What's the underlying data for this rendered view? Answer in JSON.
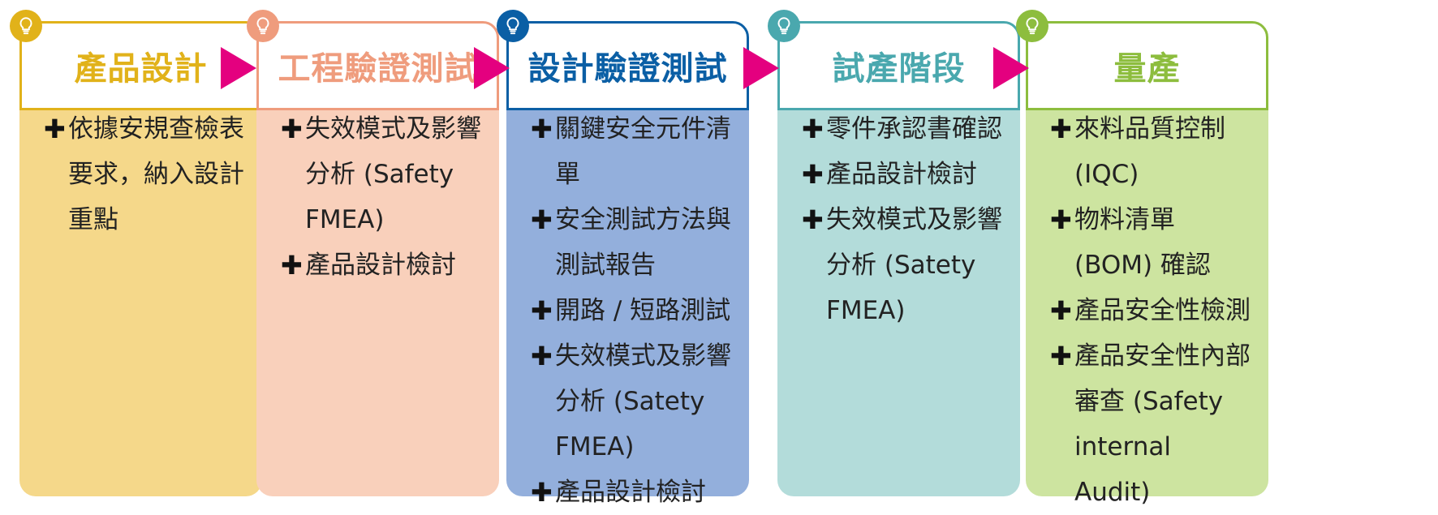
{
  "colors": {
    "arrow": "#e4007f",
    "text": "#222222"
  },
  "stages": [
    {
      "title": "產品設計",
      "accent": "#e1b21a",
      "fill": "#f5d88a",
      "icon": "lightbulb-icon",
      "items": [
        "依據安規查檢表要求，納入設計重點"
      ]
    },
    {
      "title": "工程驗證測試",
      "accent": "#ef9c7d",
      "fill": "#f9d0bb",
      "icon": "lightbulb-icon",
      "items": [
        "失效模式及影響分析 (Safety FMEA)",
        "產品設計檢討"
      ]
    },
    {
      "title": "設計驗證測試",
      "accent": "#0b5fa5",
      "fill": "#93afdc",
      "icon": "lightbulb-icon",
      "items": [
        "關鍵安全元件清單",
        "安全測試方法與測試報告",
        "開路 / 短路測試",
        "失效模式及影響分析 (Satety FMEA)",
        "產品設計檢討"
      ]
    },
    {
      "title": "試產階段",
      "accent": "#4aa8ae",
      "fill": "#b3dcda",
      "icon": "lightbulb-icon",
      "items": [
        "零件承認書確認",
        "產品設計檢討",
        "失效模式及影響分析 (Satety FMEA)"
      ]
    },
    {
      "title": "量產",
      "accent": "#8dbd3e",
      "fill": "#cde4a0",
      "icon": "lightbulb-icon",
      "items": [
        "來料品質控制 (IQC)",
        "物料清單 (BOM) 確認",
        "產品安全性檢測",
        "產品安全性內部審查 (Safety internal Audit)"
      ]
    }
  ]
}
